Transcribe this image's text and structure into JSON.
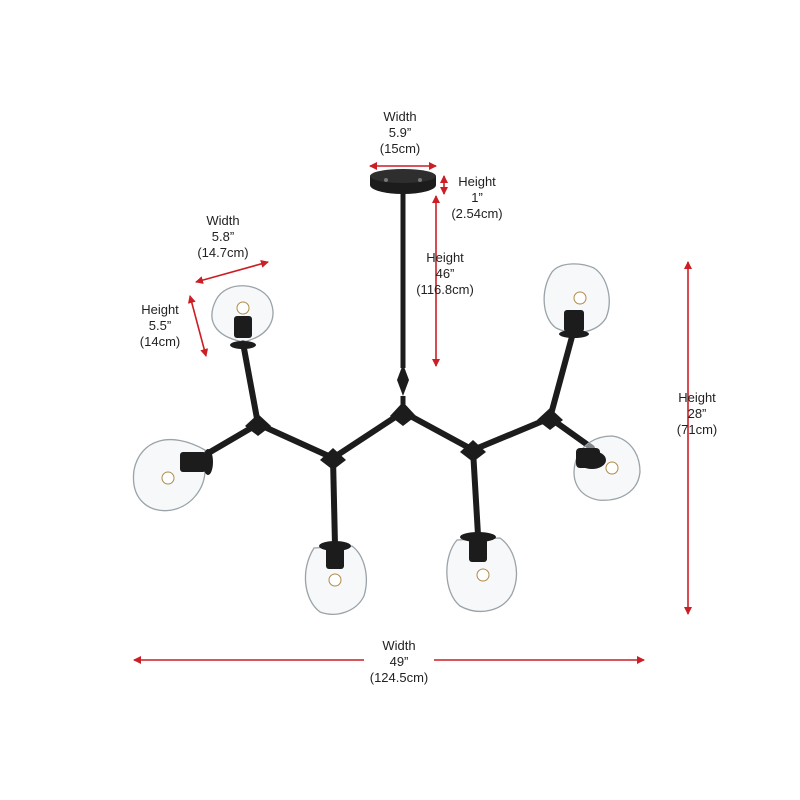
{
  "dimensions": {
    "canopy_width": {
      "title": "Width",
      "imperial": "5.9”",
      "metric": "(15cm)"
    },
    "canopy_height": {
      "title": "Height",
      "imperial": "1”",
      "metric": "(2.54cm)"
    },
    "rod_height": {
      "title": "Height",
      "imperial": "46”",
      "metric": "(116.8cm)"
    },
    "shade_width": {
      "title": "Width",
      "imperial": "5.8”",
      "metric": "(14.7cm)"
    },
    "shade_height": {
      "title": "Height",
      "imperial": "5.5”",
      "metric": "(14cm)"
    },
    "fixture_height": {
      "title": "Height",
      "imperial": "28”",
      "metric": "(71cm)"
    },
    "fixture_width": {
      "title": "Width",
      "imperial": "49”",
      "metric": "(124.5cm)"
    }
  },
  "colors": {
    "arrow": "#cc1f25",
    "metal": "#1c1c1c",
    "glass": "#9aa3a8",
    "text": "#222222"
  }
}
